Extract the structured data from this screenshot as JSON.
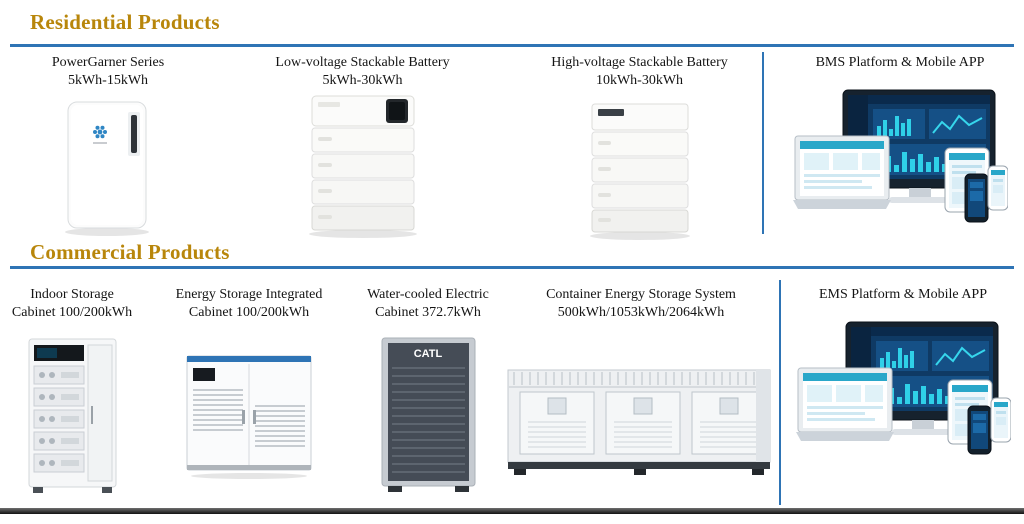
{
  "page": {
    "accent_gold": "#b8860b",
    "accent_blue": "#2e74b5"
  },
  "residential": {
    "title": "Residential Products",
    "items": [
      {
        "line1": "PowerGarner Series",
        "line2": "5kWh-15kWh"
      },
      {
        "line1": "Low-voltage Stackable Battery",
        "line2": "5kWh-30kWh"
      },
      {
        "line1": "High-voltage Stackable Battery",
        "line2": "10kWh-30kWh"
      },
      {
        "line1": "BMS Platform & Mobile APP",
        "line2": ""
      }
    ]
  },
  "commercial": {
    "title": "Commercial Products",
    "items": [
      {
        "line1": "Indoor Storage",
        "line2": "Cabinet 100/200kWh"
      },
      {
        "line1": "Energy Storage Integrated",
        "line2": "Cabinet 100/200kWh"
      },
      {
        "line1": "Water-cooled Electric",
        "line2": "Cabinet 372.7kWh"
      },
      {
        "line1": "Container Energy Storage System",
        "line2": "500kWh/1053kWh/2064kWh"
      },
      {
        "line1": "EMS Platform & Mobile APP",
        "line2": ""
      }
    ]
  },
  "logos": {
    "cabinet_brand": "CATL"
  }
}
